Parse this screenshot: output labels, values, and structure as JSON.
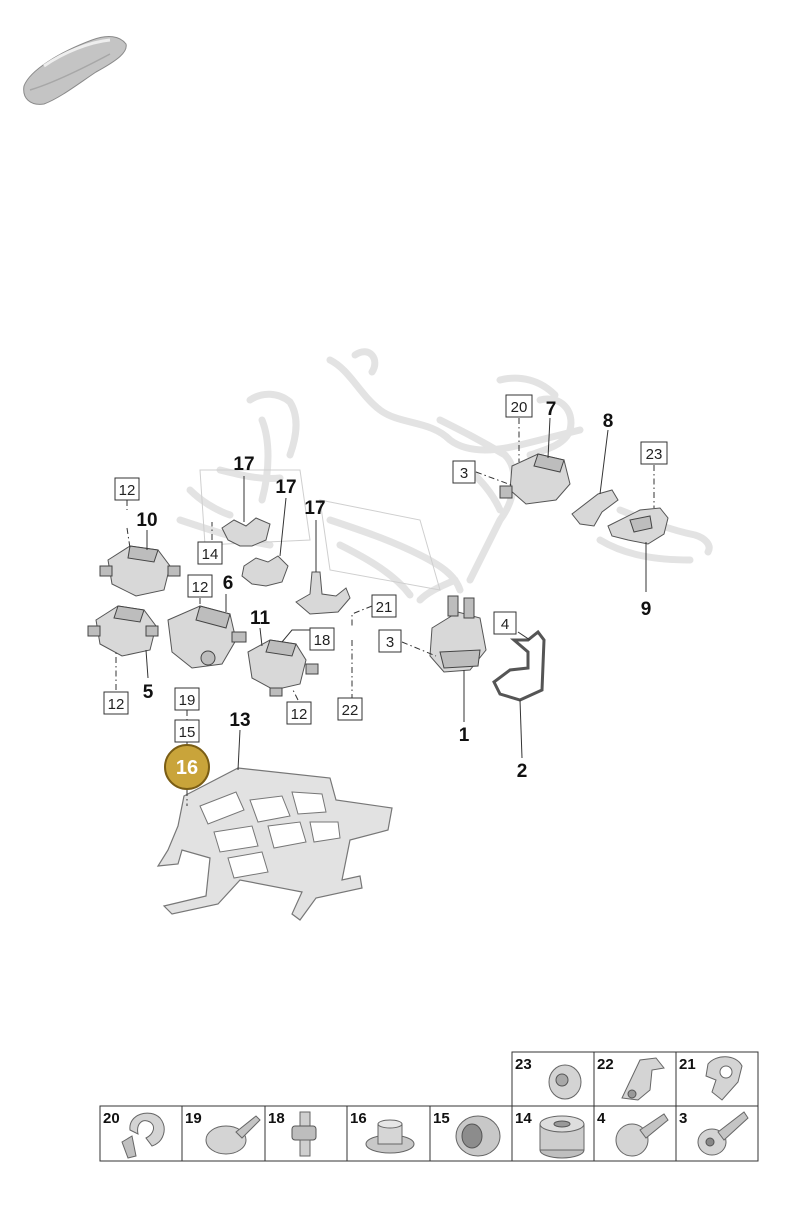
{
  "labels": {
    "l1": "1",
    "l2": "2",
    "l5": "5",
    "l6": "6",
    "l7": "7",
    "l8": "8",
    "l9": "9",
    "l10": "10",
    "l11": "11",
    "l13": "13",
    "l17a": "17",
    "l17b": "17",
    "l17c": "17"
  },
  "boxes": {
    "b12_top": "12",
    "b14": "14",
    "b12_mid": "12",
    "b12_left": "12",
    "b12_bot": "12",
    "b19": "19",
    "b15": "15",
    "b18": "18",
    "b21": "21",
    "b22": "22",
    "b3_top": "3",
    "b3_mid": "3",
    "b4": "4",
    "b20": "20",
    "b23": "23"
  },
  "highlight": {
    "label": "16",
    "color": "#c9a43a"
  },
  "parts_grid": {
    "top_row": [
      {
        "label": "23",
        "icon": "washer-nut-icon"
      },
      {
        "label": "22",
        "icon": "bracket-clip-icon"
      },
      {
        "label": "21",
        "icon": "double-clip-icon"
      }
    ],
    "bottom_row": [
      {
        "label": "20",
        "icon": "hose-clip-icon"
      },
      {
        "label": "19",
        "icon": "expansion-rivet-icon"
      },
      {
        "label": "18",
        "icon": "stud-bolt-icon"
      },
      {
        "label": "16",
        "icon": "flange-nut-icon"
      },
      {
        "label": "15",
        "icon": "grommet-icon"
      },
      {
        "label": "14",
        "icon": "rubber-bushing-icon"
      },
      {
        "label": "4",
        "icon": "pan-head-bolt-icon"
      },
      {
        "label": "3",
        "icon": "torx-bolt-icon"
      }
    ]
  }
}
